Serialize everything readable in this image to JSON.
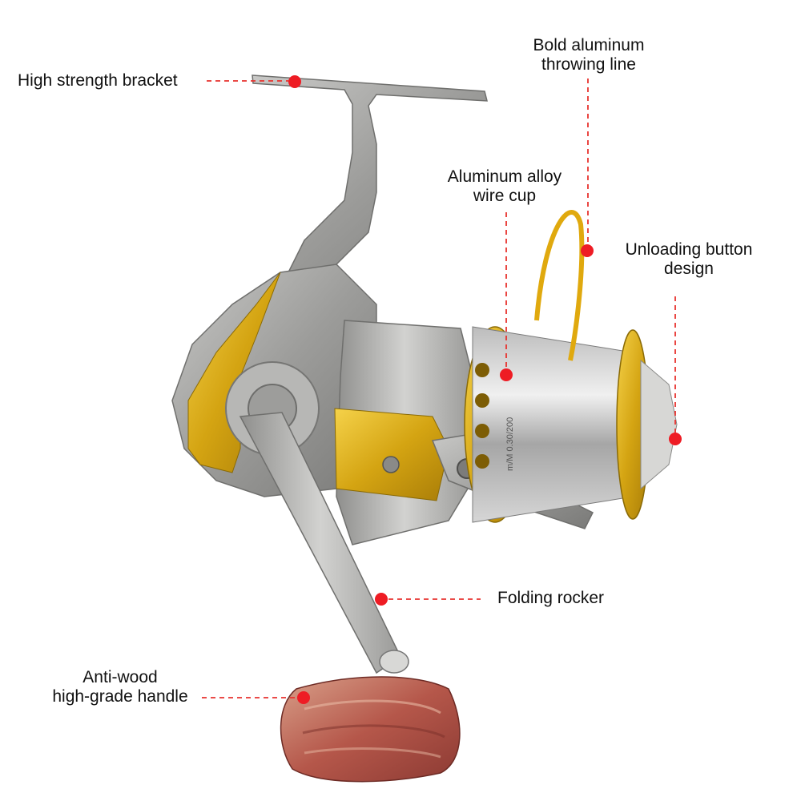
{
  "accent_color": "#ee1c24",
  "leader_color": "#e8322e",
  "callouts": {
    "bracket": {
      "line1": "High strength bracket",
      "icon": "red-dot"
    },
    "throwing_line": {
      "line1": "Bold aluminum",
      "line2": "throwing line",
      "icon": "red-dot"
    },
    "wire_cup": {
      "line1": "Aluminum alloy",
      "line2": "wire cup",
      "icon": "red-dot"
    },
    "unloading_button": {
      "line1": "Unloading button",
      "line2": "design",
      "icon": "red-dot"
    },
    "rocker": {
      "line1": "Folding rocker",
      "icon": "red-dot"
    },
    "handle": {
      "line1": "Anti-wood",
      "line2": "high-grade handle",
      "icon": "red-dot"
    }
  },
  "spool_marking": "m/M 0.30/200"
}
